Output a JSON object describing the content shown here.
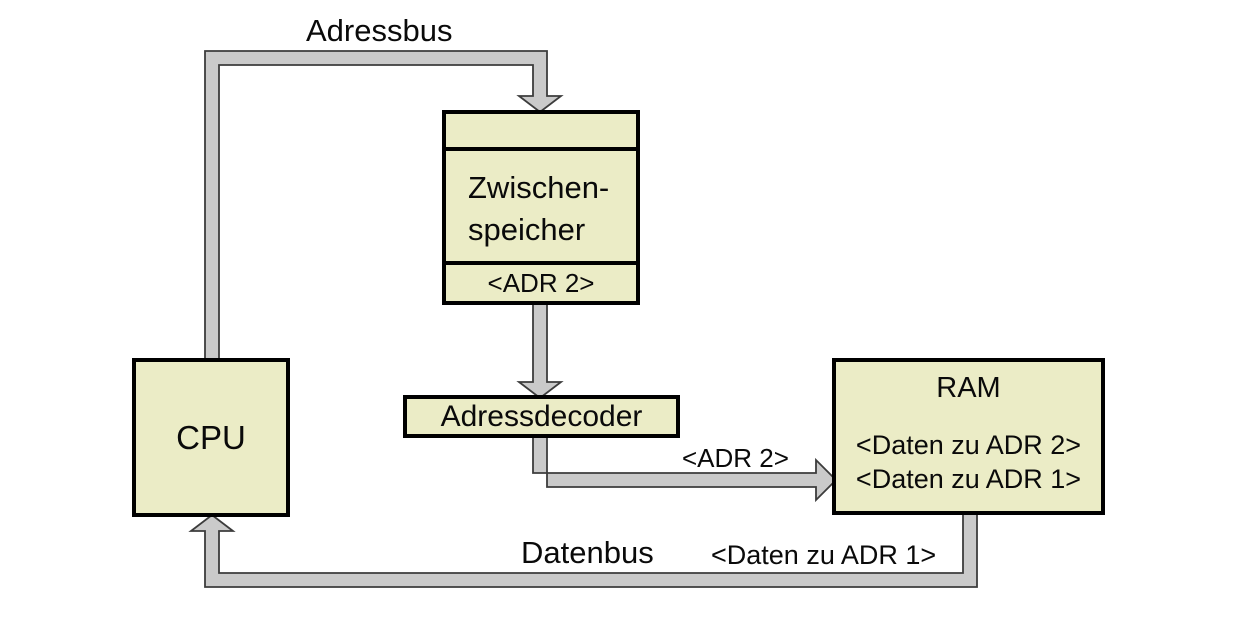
{
  "diagram": {
    "type": "computer-architecture-block-diagram",
    "language": "de",
    "colors": {
      "background": "#ffffff",
      "box_fill": "#ebecc6",
      "box_border": "#000000",
      "bus_fill": "#cacaca",
      "bus_outline": "#3c3c3c",
      "text": "#0a0a0a"
    },
    "boxes": {
      "cpu": {
        "label": "CPU"
      },
      "zwischenspeicher": {
        "top_compartment": "",
        "name_line1": "Zwischen-",
        "name_line2": "speicher",
        "address": "<ADR 2>"
      },
      "adressdecoder": {
        "label": "Adressdecoder"
      },
      "ram": {
        "title": "RAM",
        "row1": "<Daten zu ADR 2>",
        "row2": "<Daten zu ADR 1>"
      }
    },
    "bus_labels": {
      "adressbus": "Adressbus",
      "datenbus": "Datenbus",
      "daten_zu_adr1": "<Daten zu ADR 1>",
      "adr2": "<ADR 2>"
    },
    "connections": [
      {
        "name": "adressbus",
        "from": "cpu-top",
        "to": "zwischenspeicher-top",
        "label": "Adressbus"
      },
      {
        "name": "buffer-to-decoder",
        "from": "zwischenspeicher-bottom",
        "to": "adressdecoder-top",
        "label": ""
      },
      {
        "name": "decoder-to-ram",
        "from": "adressdecoder-bottom",
        "to": "ram-left",
        "label": "<ADR 2>"
      },
      {
        "name": "datenbus",
        "from": "ram-bottom",
        "to": "cpu-bottom",
        "label": "Datenbus <Daten zu ADR 1>"
      }
    ]
  }
}
